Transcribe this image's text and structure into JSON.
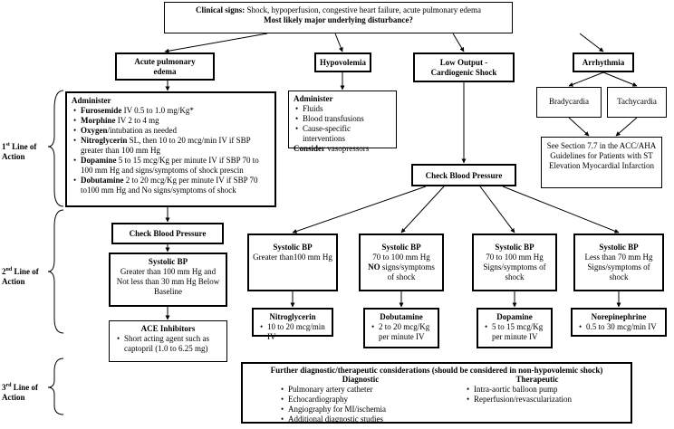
{
  "top": {
    "clinical_label": "Clinical signs:",
    "clinical_text": " Shock, hypoperfusion, congestive heart failure, acute pulmonary edema",
    "question": "Most likely major underlying disturbance?"
  },
  "categories": {
    "pulm_edema": "Acute pulmonary edema",
    "hypovolemia": "Hypovolemia",
    "low_output": "Low Output - Cardiogenic Shock",
    "arrhythmia": "Arrhythmia"
  },
  "line_labels": {
    "first": {
      "num": "1",
      "sup": "st",
      "rest": " Line of Action"
    },
    "second": {
      "num": "2",
      "sup": "nd",
      "rest": " Line of Action"
    },
    "third": {
      "num": "3",
      "sup": "rd",
      "rest": " Line of Action"
    }
  },
  "pulm_admin": {
    "title": "Administer",
    "items": [
      {
        "bold": "Furosemide",
        "text": " IV 0.5 to 1.0 mg/Kg*"
      },
      {
        "bold": "Morphine",
        "text": " IV 2 to 4 mg"
      },
      {
        "bold": "Oxygen",
        "text": "/intubation as needed"
      },
      {
        "bold": "Nitroglycerin",
        "text": " SL, then 10 to 20 mcg/min IV if SBP greater than 100 mm Hg"
      },
      {
        "bold": "Dopamine",
        "text": " 5 to 15 mcg/Kg per minute IV if SBP 70 to 100 mm Hg and signs/symptoms of shock prescin"
      },
      {
        "bold": "Dobutamine",
        "text": " 2 to 20 mcg/Kg per minute IV if SBP 70 to100 mm Hg and No signs/symptoms of shock"
      }
    ]
  },
  "hypo_admin": {
    "title": "Administer",
    "items": [
      "Fluids",
      "Blood transfusions",
      "Cause-specific interventions"
    ],
    "consider_bold": "Consider",
    "consider_text": " vasopressors"
  },
  "arrhythmia": {
    "brady": "Bradycardia",
    "tachy": "Tachycardia",
    "guideline": "See Section 7.7 in the ACC/AHA Guidelines for Patients with ST Elevation Myocardial Infarction"
  },
  "check_bp_low": "Check Blood Pressure",
  "check_bp_pulm": "Check Blood Pressure",
  "pulm_sbp": {
    "title": "Systolic BP",
    "text": "Greater than 100 mm Hg and Not less than 30 mm Hg Below Baseline"
  },
  "ace": {
    "title": "ACE Inhibitors",
    "item": "Short acting agent such as captopril (1.0 to 6.25 mg)"
  },
  "sbp_boxes": [
    {
      "title": "Systolic BP",
      "text": "Greater than100 mm Hg"
    },
    {
      "title": "Systolic BP",
      "text": "70 to 100 mm Hg",
      "bold": "NO",
      "text2": " signs/symptoms of shock"
    },
    {
      "title": "Systolic BP",
      "text": "70 to 100 mm Hg Signs/symptoms of shock"
    },
    {
      "title": "Systolic BP",
      "text": "Less than 70 mm Hg Signs/symptoms of shock"
    }
  ],
  "drug_boxes": [
    {
      "title": "Nitroglycerin",
      "item": "10 to 20 mcg/min IV"
    },
    {
      "title": "Dobutamine",
      "item": "2 to 20 mcg/Kg per minute IV"
    },
    {
      "title": "Dopamine",
      "item": "5 to 15 mcg/Kg per minute IV"
    },
    {
      "title": "Norepinephrine",
      "item": "0.5 to 30 mcg/min IV"
    }
  ],
  "further": {
    "title": "Further diagnostic/therapeutic considerations (should be considered in non-hypovolemic shock)",
    "diag_title": "Diagnostic",
    "diag_items": [
      "Pulmonary artery catheter",
      "Echocardiography",
      "Angiography for MI/ischemia",
      "Additional diagnostic studies"
    ],
    "ther_title": "Therapeutic",
    "ther_items": [
      "Intra-aortic balloon pump",
      "Reperfusion/revascularization"
    ]
  }
}
